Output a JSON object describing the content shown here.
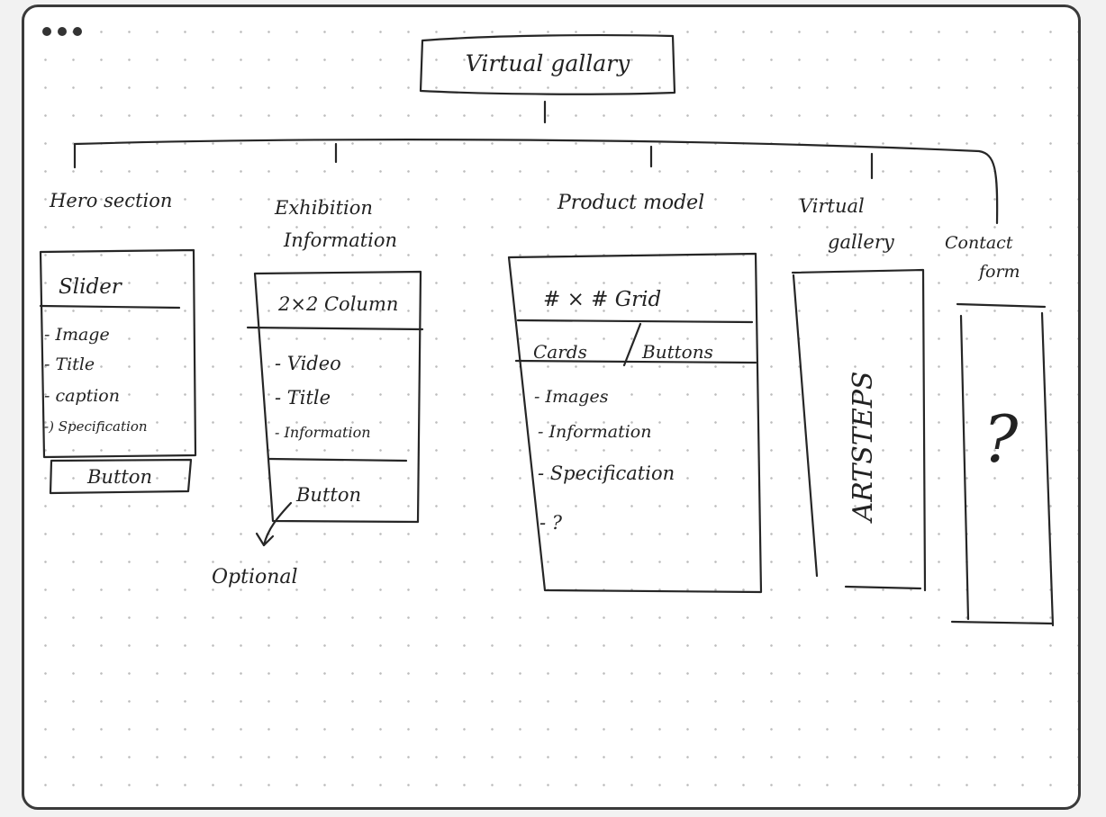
{
  "window": {
    "controls": [
      "dot",
      "dot",
      "dot"
    ]
  },
  "root": {
    "label": "Virtual gallary"
  },
  "branches": {
    "hero": {
      "heading": "Hero section",
      "header": "Slider",
      "items": [
        "- Image",
        "- Title",
        "- caption",
        "-) Specification"
      ],
      "button": "Button"
    },
    "exhibition": {
      "heading_line1": "Exhibition",
      "heading_line2": "Information",
      "header": "2×2 Column",
      "items": [
        "- Video",
        "- Title",
        "- Information"
      ],
      "button": "Button",
      "note": "Optional"
    },
    "product": {
      "heading": "Product model",
      "header": "# × # Grid",
      "sub_left": "Cards",
      "sub_right": "Buttons",
      "items": [
        "- Images",
        "- Information",
        "- Specification",
        "- ?"
      ]
    },
    "virtual": {
      "heading_line1": "Virtual",
      "heading_line2": "gallery",
      "vertical_text": "ARTSTEPS"
    },
    "contact": {
      "heading_line1": "Contact",
      "heading_line2": "form",
      "mark": "?"
    }
  }
}
